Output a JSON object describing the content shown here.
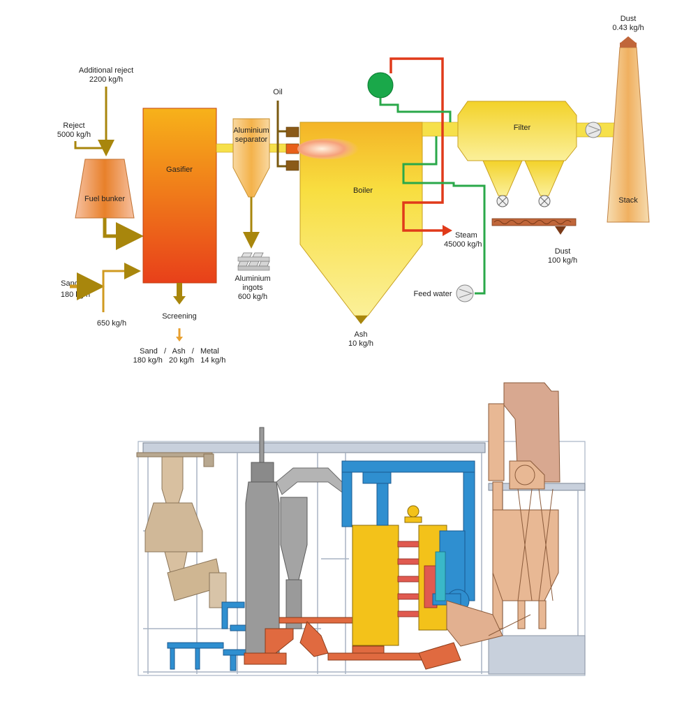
{
  "process_flow": {
    "additional_reject": {
      "label": "Additional reject",
      "rate": "2200 kg/h"
    },
    "reject": {
      "label": "Reject",
      "rate": "5000 kg/h"
    },
    "fuel_bunker": {
      "label": "Fuel bunker"
    },
    "sand_in": {
      "label": "Sand",
      "rate": "180 kg/h"
    },
    "sand_recycle": {
      "rate": "650 kg/h"
    },
    "gasifier": {
      "label": "Gasifier"
    },
    "screening": {
      "label": "Screening",
      "outputs_line1": "Sand   /   Ash   /   Metal",
      "outputs_line2": "180 kg/h   20 kg/h   14 kg/h"
    },
    "aluminium_separator": {
      "line1": "Aluminium",
      "line2": "separator"
    },
    "aluminium_ingots": {
      "line1": "Aluminium",
      "line2": "ingots",
      "rate": "600 kg/h"
    },
    "oil": {
      "label": "Oil"
    },
    "boiler": {
      "label": "Boiler"
    },
    "ash": {
      "label": "Ash",
      "rate": "10 kg/h"
    },
    "steam": {
      "label": "Steam",
      "rate": "45000 kg/h"
    },
    "feed_water": {
      "label": "Feed water"
    },
    "filter": {
      "label": "Filter"
    },
    "filter_dust": {
      "label": "Dust",
      "rate": "100 kg/h"
    },
    "stack": {
      "label": "Stack"
    },
    "stack_dust": {
      "label": "Dust",
      "rate": "0.43 kg/h"
    }
  },
  "colors": {
    "flow_line": "#a8860c",
    "gasifier_top": "#f7b21a",
    "gasifier_bottom": "#e8401a",
    "boiler": "#f8e04a",
    "steam_line": "#e03a1a",
    "water_line": "#2aa84a",
    "plant_blue": "#2f8fd0",
    "plant_orange": "#e06a40",
    "plant_tan": "#e8b894",
    "plant_grey": "#9a9a9a",
    "plant_yellow": "#f3c21a"
  }
}
